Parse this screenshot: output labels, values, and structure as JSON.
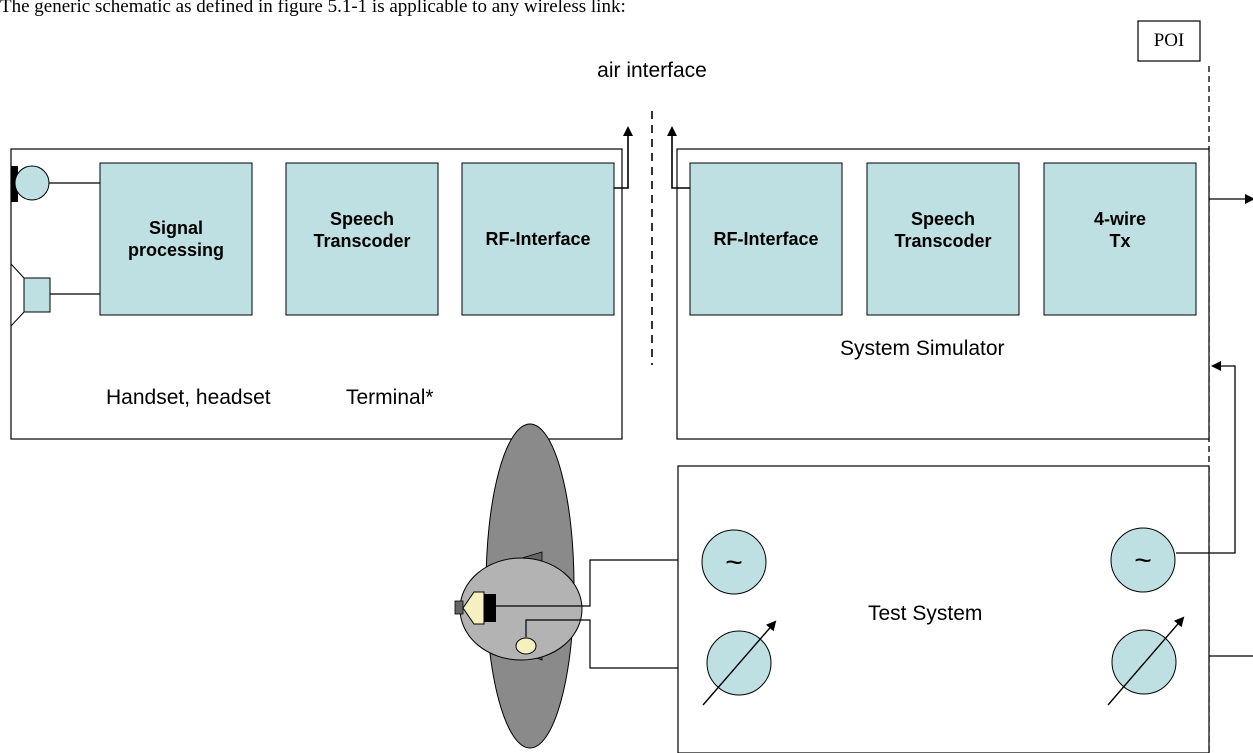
{
  "caption": "The generic schematic as defined in figure 5.1-1 is applicable to any wireless link:",
  "poi_label": "POI",
  "air_interface_label": "air interface",
  "terminal": {
    "blocks": [
      "Signal\nprocessing",
      "Speech\nTranscoder",
      "RF-Interface"
    ],
    "label_device": "Handset, headset",
    "label_terminal": "Terminal*"
  },
  "simulator": {
    "blocks": [
      "RF-Interface",
      "Speech\nTranscoder",
      "4-wire\nTx"
    ],
    "label": "System Simulator"
  },
  "test_system": {
    "label": "Test System",
    "generator_symbol": "~"
  },
  "colors": {
    "block_fill": "#bfe0e3",
    "head_dark": "#8a8a8a",
    "head_face": "#b3b3b3",
    "speaker_fill": "#f4f0c0"
  }
}
